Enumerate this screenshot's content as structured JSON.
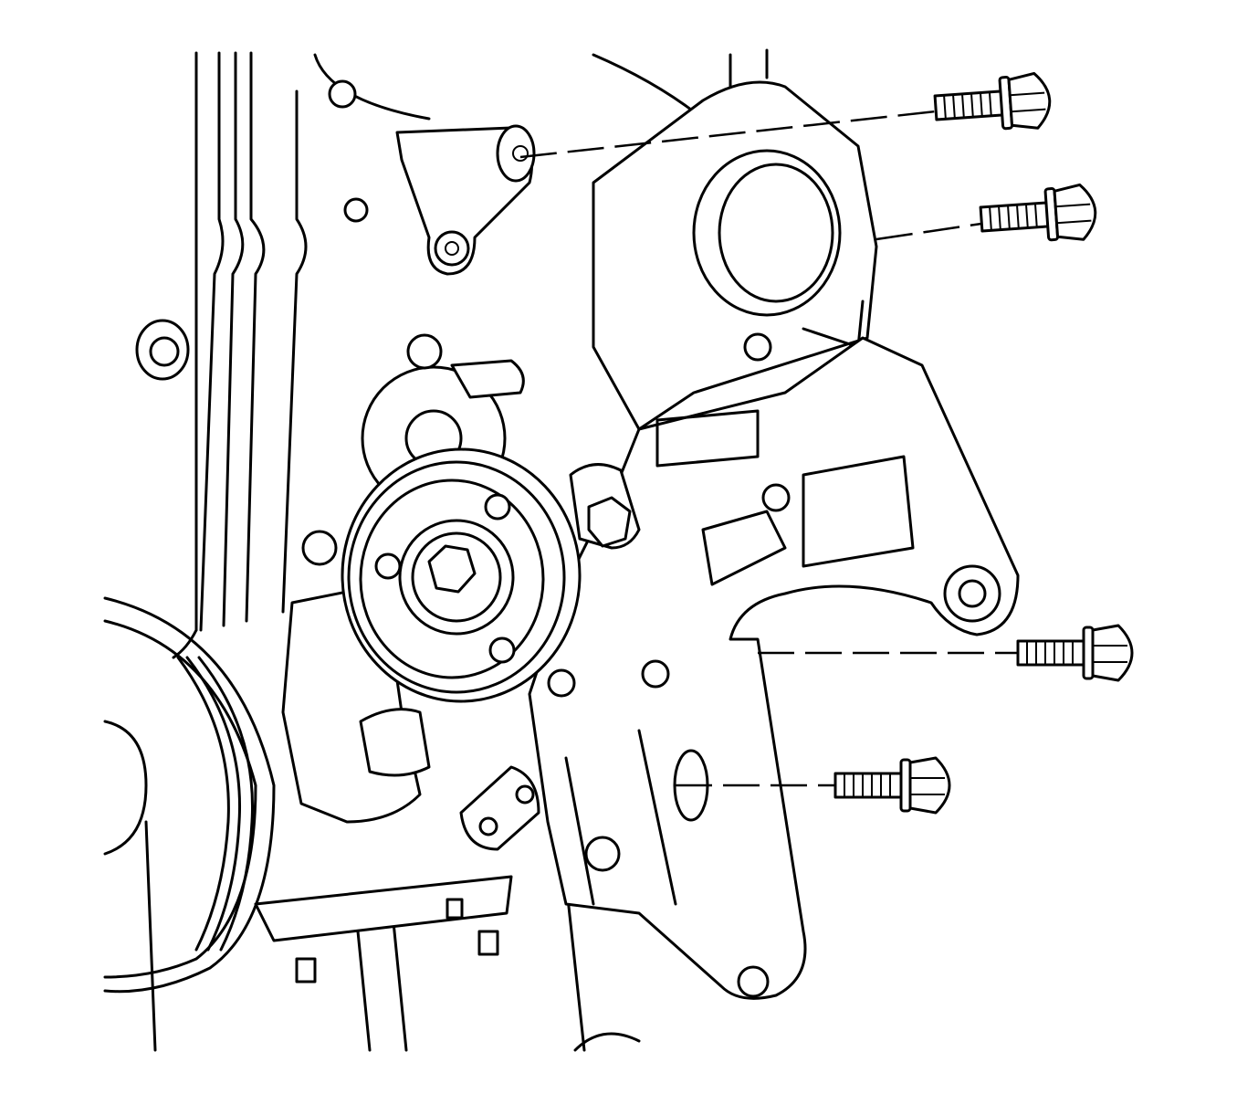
{
  "illustration": {
    "colors": {
      "line": "#000000",
      "background": "#ffffff"
    },
    "fasteners": [
      {
        "name": "bolt-upper-1"
      },
      {
        "name": "bolt-upper-2"
      },
      {
        "name": "bolt-middle"
      },
      {
        "name": "bolt-lower"
      }
    ]
  }
}
